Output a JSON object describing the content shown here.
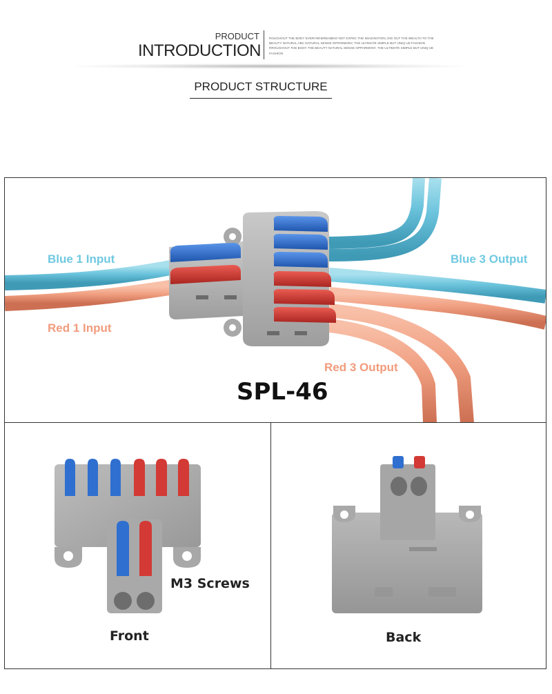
{
  "header": {
    "intro_small": "PRODUCT",
    "intro_big": "INTRODUCTION",
    "intro_blurb": "ROUGHOUT THE BODY EVERYWHEREABEIO NOT EXPEC THE IMAGINATION, DIG OUT THE WEALTH TO THE BEAUTY NATURAL ABC NATURAL SENGE OPPARMONY, THE ULTIMATE SIMPLE BUT UNIQ UE FASHION RROUGHOUT THE BODY THE BEAUTY NATURAL SENGE OPPARMONY, THE ULTIMATE SIMPLE BUT UNIQ UE FASHION",
    "section_title": "PRODUCT STRUCTURE"
  },
  "main_view": {
    "label_blue_input": "Blue 1 Input",
    "label_red_input": "Red 1 Input",
    "label_blue_output": "Blue 3 Output",
    "label_red_output": "Red 3 Output",
    "model": "SPL-46"
  },
  "front_view": {
    "screws_label": "M3 Screws",
    "caption": "Front"
  },
  "back_view": {
    "caption": "Back"
  },
  "colors": {
    "blue_wire": "#6fc6df",
    "red_wire": "#f0a083",
    "lever_blue": "#2f6fcf",
    "lever_red": "#d33a35",
    "housing_grey": "#b4b4b4"
  },
  "icons": [
    "connector-photo-main",
    "connector-photo-front",
    "connector-photo-back"
  ]
}
